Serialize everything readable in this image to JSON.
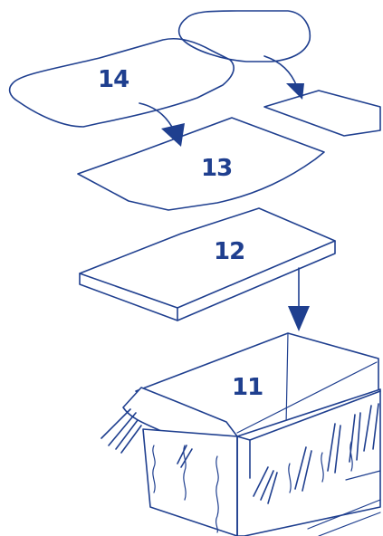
{
  "colors": {
    "ink": "#1f3f8f",
    "background": "#ffffff"
  },
  "labels": {
    "layer_14": "14",
    "layer_13": "13",
    "layer_12": "12",
    "layer_11": "11"
  },
  "icons": [
    "arrow-down-icon",
    "curved-arrow-icon"
  ]
}
